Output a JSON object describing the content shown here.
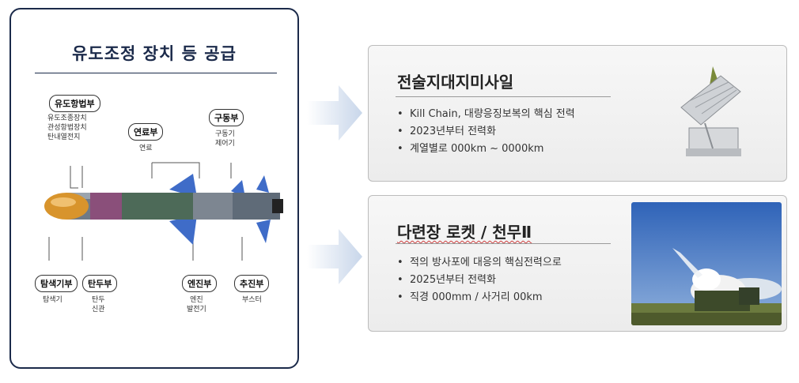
{
  "left": {
    "title": "유도조정 장치 등 공급",
    "labels": {
      "guidance": "유도항법부",
      "guidance_sub": [
        "유도조종장치",
        "관성항법장치",
        "탄내열전지"
      ],
      "fuel": "연료부",
      "fuel_sub": "연료",
      "drive": "구동부",
      "drive_sub": [
        "구동기",
        "제어기"
      ],
      "seeker": "탐색기부",
      "seeker_sub": "탐색기",
      "warhead": "탄두부",
      "warhead_sub": [
        "탄두",
        "신관"
      ],
      "engine": "엔진부",
      "engine_sub": [
        "엔진",
        "발전기"
      ],
      "booster": "추진부",
      "booster_sub": "부스터"
    }
  },
  "cards": [
    {
      "title": "전술지대지미사일",
      "bullets": [
        "Kill Chain, 대량응징보복의 핵심 전력",
        "2023년부터 전력화",
        "계열별로 000km ~ 0000km"
      ]
    },
    {
      "title": "다련장 로켓 / 천무Ⅱ",
      "bullets": [
        "적의 방사포에 대응의 핵심전력으로",
        "2025년부터 전력화",
        "직경 000mm / 사거리 00km"
      ]
    }
  ]
}
